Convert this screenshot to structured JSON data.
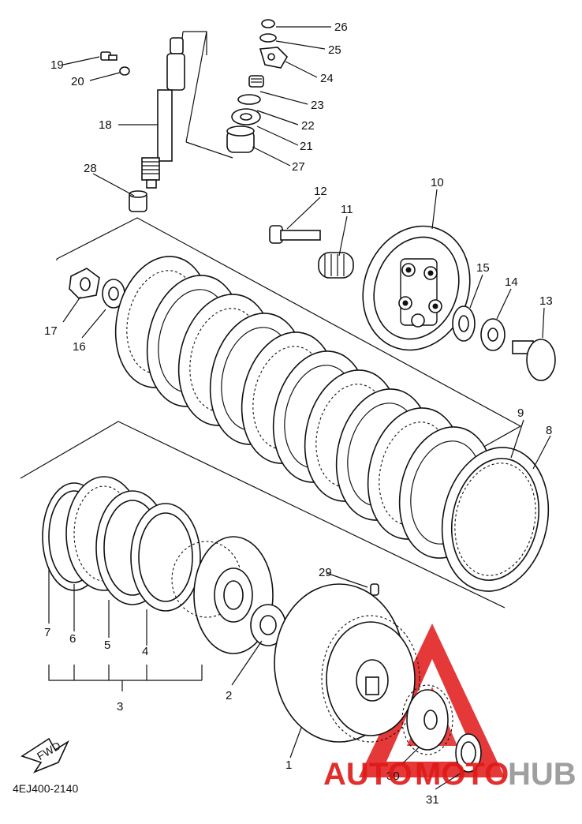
{
  "diagram": {
    "code": "4EJ400-2140",
    "fwd_label": "FWD",
    "callouts": {
      "c1": "1",
      "c2": "2",
      "c3": "3",
      "c4": "4",
      "c5": "5",
      "c6": "6",
      "c7": "7",
      "c8": "8",
      "c9": "9",
      "c10": "10",
      "c11": "11",
      "c12": "12",
      "c13": "13",
      "c14": "14",
      "c15": "15",
      "c16": "16",
      "c17": "17",
      "c18": "18",
      "c19": "19",
      "c20": "20",
      "c21": "21",
      "c22": "22",
      "c23": "23",
      "c24": "24",
      "c25": "25",
      "c26": "26",
      "c27": "27",
      "c28": "28",
      "c29": "29",
      "c30": "30",
      "c31": "31"
    }
  },
  "watermark": {
    "text_part1": "AUTO",
    "text_part2": "MOTO",
    "text_part3": "HUB",
    "color_red": "#e01818",
    "color_gray": "#9a9a9a"
  }
}
